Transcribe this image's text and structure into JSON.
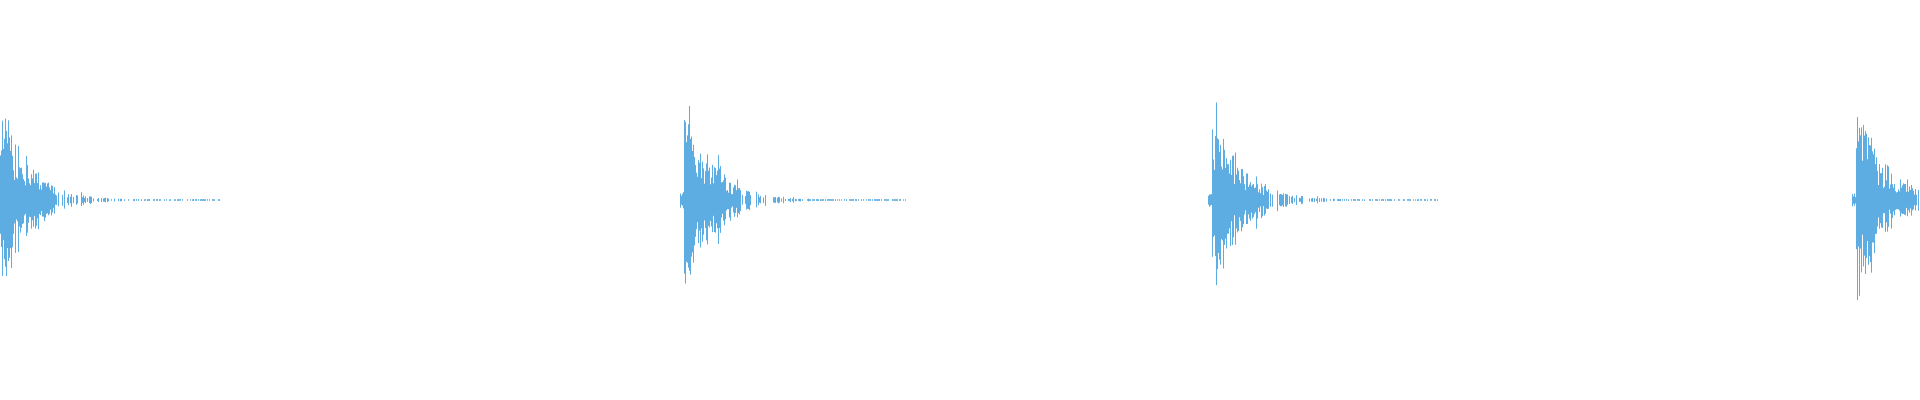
{
  "waveform": {
    "color": "#5dade2",
    "background": "#ffffff",
    "bursts": [
      {
        "peak_amplitude": 0.95
      },
      {
        "peak_amplitude": 0.95
      },
      {
        "peak_amplitude": 0.93
      },
      {
        "peak_amplitude": 0.93
      }
    ]
  }
}
